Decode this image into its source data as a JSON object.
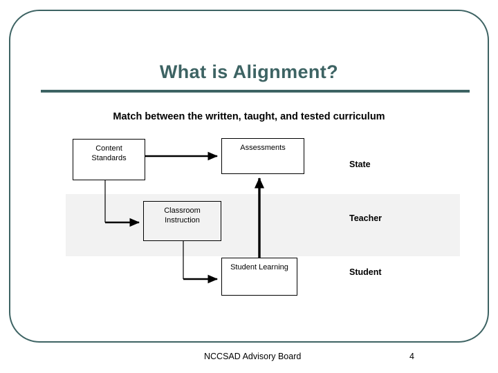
{
  "slide": {
    "title": "What is Alignment?",
    "subtitle": "Match between the written, taught, and tested curriculum",
    "accent_color": "#3d6363",
    "band_color": "#f2f2f2",
    "box_border_color": "#000000",
    "text_color": "#000000"
  },
  "diagram": {
    "boxes": [
      {
        "id": "content-standards",
        "line1": "Content",
        "line2": "Standards"
      },
      {
        "id": "assessments",
        "line1": "Assessments",
        "line2": ""
      },
      {
        "id": "classroom-instruction",
        "line1": "Classroom",
        "line2": "Instruction"
      },
      {
        "id": "student-learning",
        "line1": "Student Learning",
        "line2": ""
      }
    ],
    "tier_labels": [
      {
        "id": "state",
        "label": "State"
      },
      {
        "id": "teacher",
        "label": "Teacher"
      },
      {
        "id": "student",
        "label": "Student"
      }
    ]
  },
  "footer": {
    "text": "NCCSAD Advisory Board",
    "page_number": "4"
  }
}
